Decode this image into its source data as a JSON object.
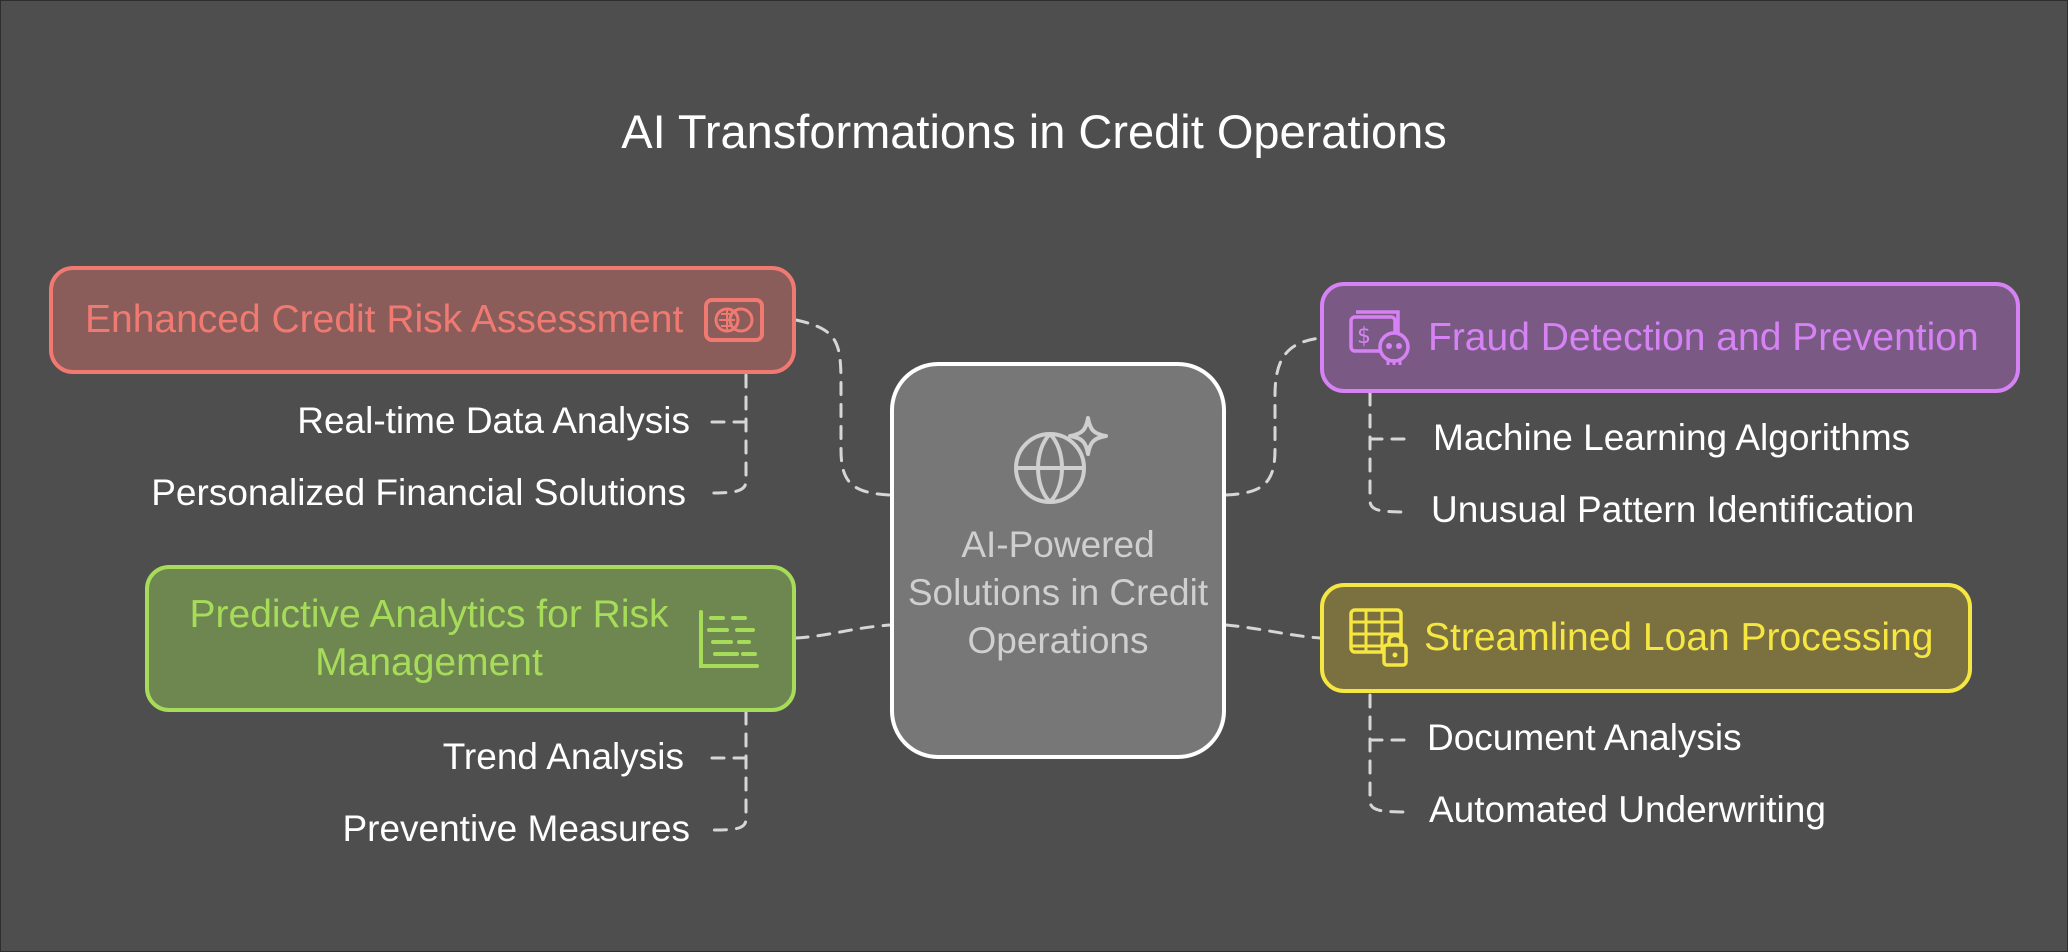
{
  "title": "AI Transformations in Credit Operations",
  "center": {
    "label": "AI-Powered Solutions in Credit Operations"
  },
  "branches": {
    "risk": {
      "label": "Enhanced Credit Risk Assessment",
      "icon": "credit-card-icon",
      "color": "#f07a72",
      "items": [
        "Real-time Data Analysis",
        "Personalized Financial Solutions"
      ]
    },
    "predictive": {
      "label": "Predictive Analytics for Risk Management",
      "icon": "scatter-chart-icon",
      "color": "#a7dc5a",
      "items": [
        "Trend Analysis",
        "Preventive Measures"
      ]
    },
    "fraud": {
      "label": "Fraud Detection and Prevention",
      "icon": "money-skull-icon",
      "color": "#d682f5",
      "items": [
        "Machine Learning Algorithms",
        "Unusual Pattern Identification"
      ]
    },
    "loan": {
      "label": "Streamlined Loan Processing",
      "icon": "locked-table-icon",
      "color": "#f5e642",
      "items": [
        "Document Analysis",
        "Automated Underwriting"
      ]
    }
  }
}
